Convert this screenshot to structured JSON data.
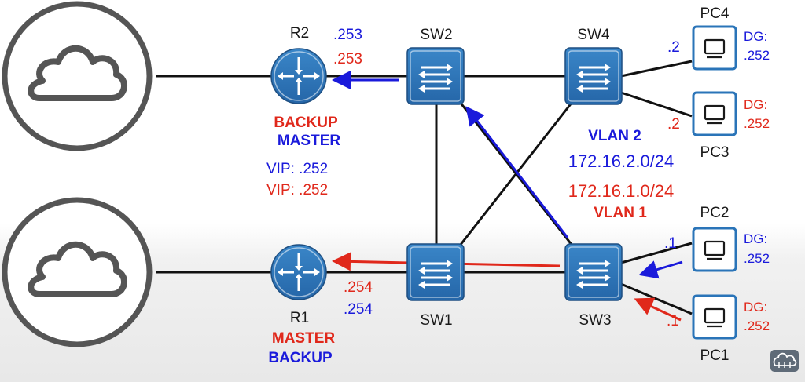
{
  "routers": {
    "r2": {
      "name": "R2",
      "role_vlan1": "BACKUP",
      "role_vlan2": "MASTER",
      "ip_vlan2": ".253",
      "ip_vlan1": ".253",
      "vip_vlan2": "VIP: .252",
      "vip_vlan1": "VIP: .252"
    },
    "r1": {
      "name": "R1",
      "role_vlan1": "MASTER",
      "role_vlan2": "BACKUP",
      "ip_vlan1": ".254",
      "ip_vlan2": ".254"
    }
  },
  "switches": {
    "sw1": "SW1",
    "sw2": "SW2",
    "sw3": "SW3",
    "sw4": "SW4"
  },
  "pcs": {
    "pc1": {
      "name": "PC1",
      "ip": ".1",
      "dg_label": "DG:",
      "dg": ".252"
    },
    "pc2": {
      "name": "PC2",
      "ip": ".1",
      "dg_label": "DG:",
      "dg": ".252"
    },
    "pc3": {
      "name": "PC3",
      "ip": ".2",
      "dg_label": "DG:",
      "dg": ".252"
    },
    "pc4": {
      "name": "PC4",
      "ip": ".2",
      "dg_label": "DG:",
      "dg": ".252"
    }
  },
  "vlans": {
    "vlan2": {
      "name": "VLAN 2",
      "subnet": "172.16.2.0/24"
    },
    "vlan1": {
      "name": "VLAN 1",
      "subnet": "172.16.1.0/24"
    }
  },
  "colors": {
    "vlan1": "#e0281b",
    "vlan2": "#1a1adb",
    "device": "#2a74b8"
  },
  "icons": {
    "cloud_top": "cloud-icon",
    "cloud_bottom": "cloud-icon",
    "logo": "network-logo-icon"
  }
}
